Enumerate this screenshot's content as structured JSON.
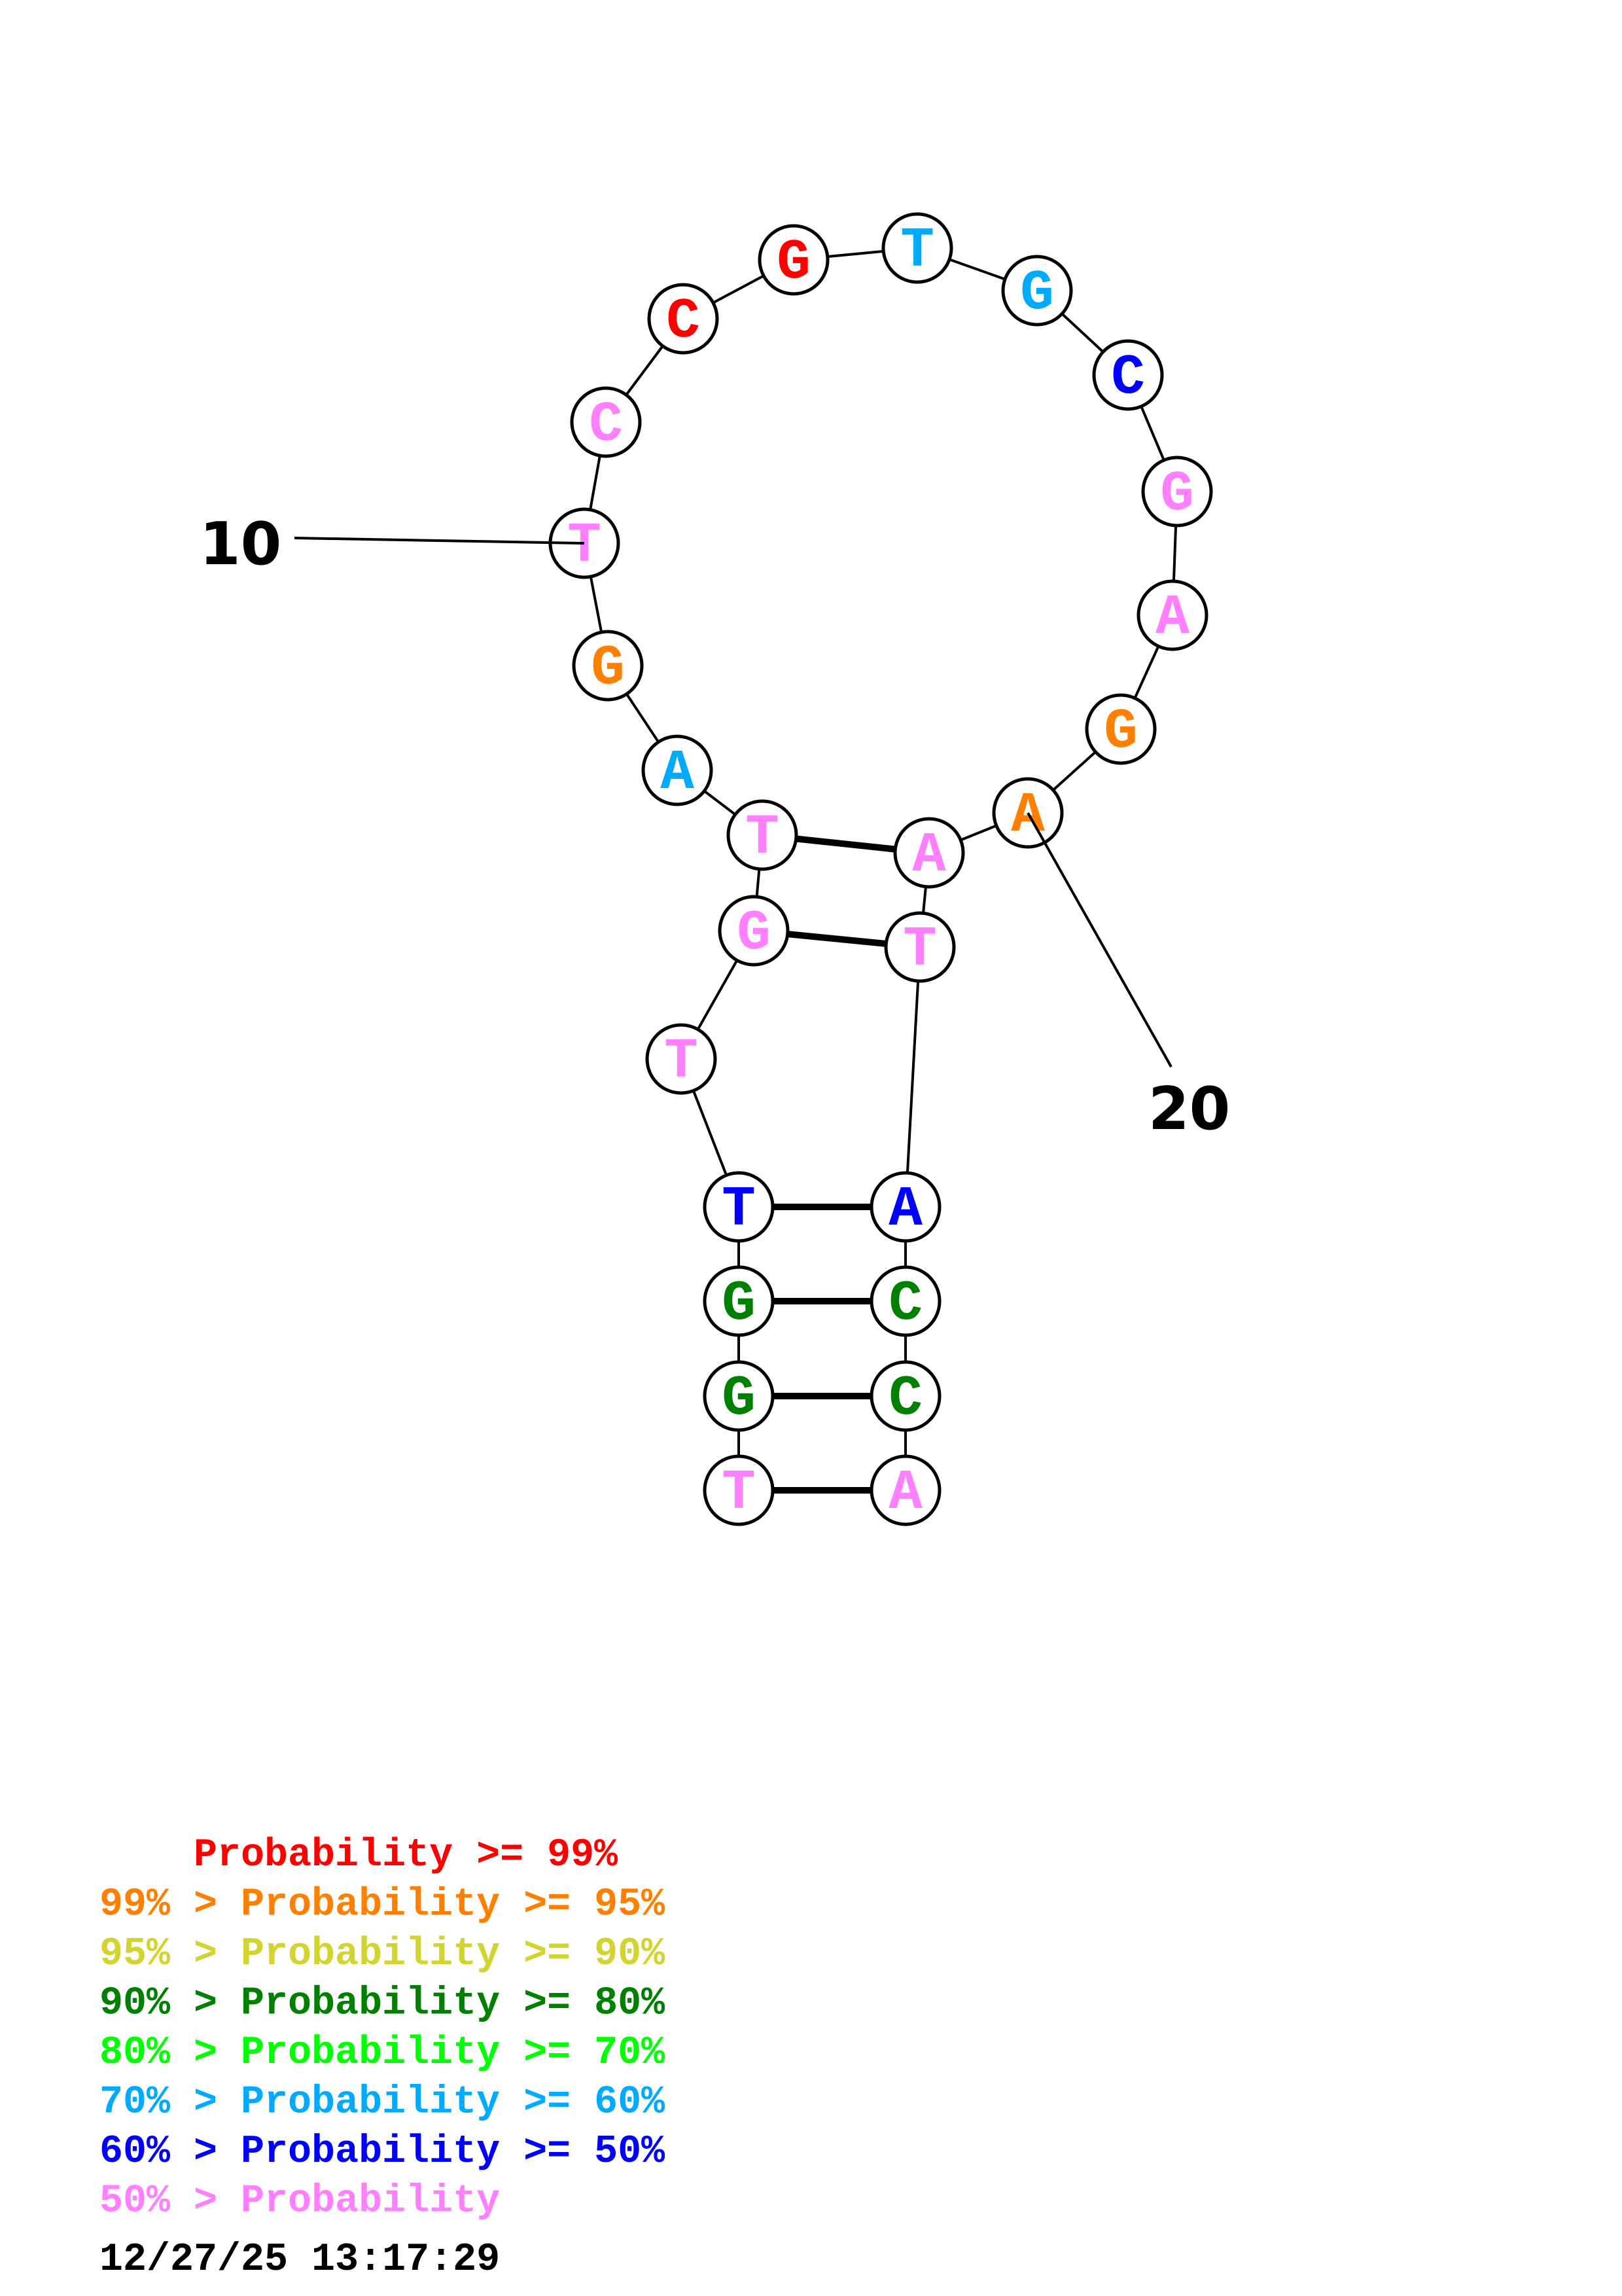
{
  "diagram": {
    "type": "rna_secondary_structure",
    "sequence": "TGGTTGTAGTCCGTGCGAGAATACCA",
    "index_labels": [
      {
        "label": "10",
        "node": 9
      },
      {
        "label": "20",
        "node": 19
      }
    ],
    "nodes": [
      {
        "base": "T",
        "prob_class": "lt50"
      },
      {
        "base": "G",
        "prob_class": "80"
      },
      {
        "base": "G",
        "prob_class": "80"
      },
      {
        "base": "T",
        "prob_class": "50"
      },
      {
        "base": "T",
        "prob_class": "lt50"
      },
      {
        "base": "G",
        "prob_class": "lt50"
      },
      {
        "base": "T",
        "prob_class": "lt50"
      },
      {
        "base": "A",
        "prob_class": "60"
      },
      {
        "base": "G",
        "prob_class": "95"
      },
      {
        "base": "T",
        "prob_class": "lt50"
      },
      {
        "base": "C",
        "prob_class": "lt50"
      },
      {
        "base": "C",
        "prob_class": "99"
      },
      {
        "base": "G",
        "prob_class": "99"
      },
      {
        "base": "T",
        "prob_class": "60"
      },
      {
        "base": "G",
        "prob_class": "60"
      },
      {
        "base": "C",
        "prob_class": "50"
      },
      {
        "base": "G",
        "prob_class": "lt50"
      },
      {
        "base": "A",
        "prob_class": "lt50"
      },
      {
        "base": "G",
        "prob_class": "95"
      },
      {
        "base": "A",
        "prob_class": "95"
      },
      {
        "base": "A",
        "prob_class": "lt50"
      },
      {
        "base": "T",
        "prob_class": "lt50"
      },
      {
        "base": "A",
        "prob_class": "50"
      },
      {
        "base": "C",
        "prob_class": "80"
      },
      {
        "base": "C",
        "prob_class": "80"
      },
      {
        "base": "A",
        "prob_class": "lt50"
      }
    ],
    "pairs": [
      [
        0,
        25
      ],
      [
        1,
        24
      ],
      [
        2,
        23
      ],
      [
        3,
        22
      ],
      [
        5,
        21
      ],
      [
        6,
        20
      ]
    ]
  },
  "colors": {
    "99": "#ff0000",
    "95": "#ff8000",
    "90": "#d4d431",
    "80": "#008000",
    "70": "#00ff00",
    "60": "#00aaff",
    "50": "#0000ff",
    "lt50": "#ff80ff"
  },
  "legend": [
    {
      "text": "    Probability >= 99%",
      "class": "99"
    },
    {
      "text": "99% > Probability >= 95%",
      "class": "95"
    },
    {
      "text": "95% > Probability >= 90%",
      "class": "90"
    },
    {
      "text": "90% > Probability >= 80%",
      "class": "80"
    },
    {
      "text": "80% > Probability >= 70%",
      "class": "70"
    },
    {
      "text": "70% > Probability >= 60%",
      "class": "60"
    },
    {
      "text": "60% > Probability >= 50%",
      "class": "50"
    },
    {
      "text": "50% > Probability",
      "class": "lt50"
    }
  ],
  "timestamp": "12/27/25 13:17:29"
}
